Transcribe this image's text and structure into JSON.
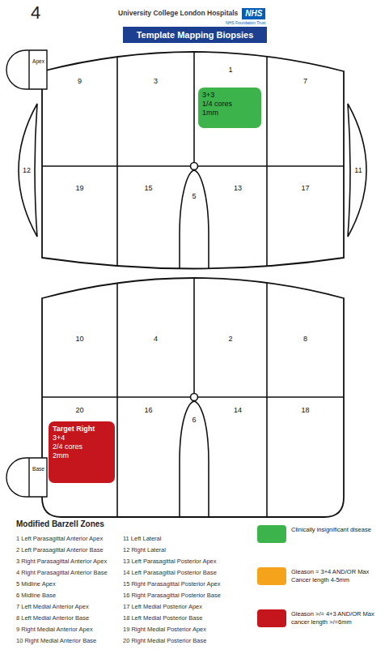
{
  "diagram": {
    "nodes": [
      {
        "text": [
          "NHS"
        ]
      },
      {
        "text": [
          "Template Mapping Biopsies"
        ]
      },
      {
        "text": [
          "Apex"
        ]
      },
      {
        "text": [
          "9"
        ]
      },
      {
        "text": [
          "3"
        ]
      },
      {
        "text": [
          "1"
        ]
      },
      {
        "text": [
          "3+3",
          "1/4 cores",
          "1mm"
        ],
        "in": 5
      },
      {
        "text": [
          "7"
        ]
      },
      {
        "text": [
          "12"
        ]
      },
      {
        "text": [
          "19"
        ]
      },
      {
        "text": [
          "15"
        ]
      },
      {
        "text": [
          "5"
        ]
      },
      {
        "text": [
          "13"
        ]
      },
      {
        "text": [
          "17"
        ]
      },
      {
        "text": [
          "11"
        ]
      },
      {
        "text": [
          "10"
        ]
      },
      {
        "text": [
          "4"
        ]
      },
      {
        "text": [
          "2"
        ]
      },
      {
        "text": [
          "8"
        ]
      },
      {
        "text": [
          "20"
        ]
      },
      {
        "text": [
          "Target Right",
          "3+4",
          "2/4 cores",
          "2mm"
        ],
        "in": 19
      },
      {
        "text": [
          "16"
        ]
      },
      {
        "text": [
          "6"
        ]
      },
      {
        "text": [
          "14"
        ]
      },
      {
        "text": [
          "18"
        ]
      },
      {
        "text": [
          "Base"
        ]
      }
    ],
    "labels": [
      "4",
      "University College London Hospitals",
      "NHS Foundation Trust",
      "Modified Barzell Zones",
      "1 Left Parasagittal Anterior Apex",
      "2 Left Parasagittal Anterior Base",
      "3 Right Parasagittal Anterior Apex",
      "4 Right Parasagittal Anterior Base",
      "5 Midline Apex",
      "6 Midline Base",
      "7 Left Medial Anterior Apex",
      "8 Left Medial Anterior Base",
      "9 Right Medial Anterior Apex",
      "10 Right Medial Anterior Base",
      "11 Left Lateral",
      "12 Right Lateral",
      "13 Left Parasagittal Posterior Apex",
      "14 Left Parasagittal Posterior Base",
      "15 Right Parasagittal Posterior Apex",
      "16 Right Parasagittal Posterior Base",
      "17 Left Medial Posterior Apex",
      "18 Left Medial Posterior Base",
      "19 Right Medial Posterior Apex",
      "20 Right Medial Posterior Base"
    ],
    "legend": [
      {
        "text": "Clinically insignificant disease",
        "color": "#3cb44b"
      },
      {
        "text": "Gleason = 3+4 AND/OR Max Cancer length 4-5mm",
        "color": "#f5a31a"
      },
      {
        "text": "Gleason >/= 4+3 AND/OR Max cancer length >/=6mm",
        "color": "#c5161d"
      }
    ]
  }
}
